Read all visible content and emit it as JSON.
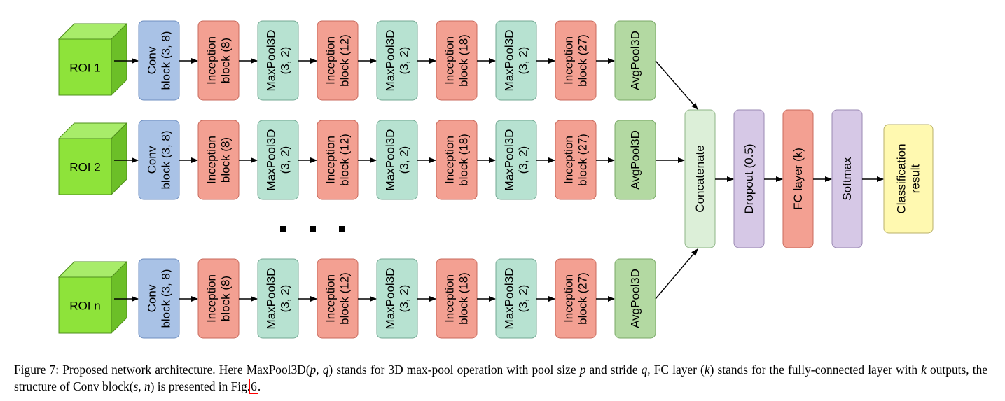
{
  "rows": [
    {
      "roi_label": "ROI 1"
    },
    {
      "roi_label": "ROI 2"
    },
    {
      "roi_label": "ROI n"
    }
  ],
  "pipeline": [
    {
      "line1": "Conv",
      "line2": "block (3, 8)",
      "kind": "conv"
    },
    {
      "line1": "Inception",
      "line2": "block (8)",
      "kind": "inception"
    },
    {
      "line1": "MaxPool3D",
      "line2": "(3, 2)",
      "kind": "maxpool"
    },
    {
      "line1": "Inception",
      "line2": "block (12)",
      "kind": "inception"
    },
    {
      "line1": "MaxPool3D",
      "line2": "(3, 2)",
      "kind": "maxpool"
    },
    {
      "line1": "Inception",
      "line2": "block (18)",
      "kind": "inception"
    },
    {
      "line1": "MaxPool3D",
      "line2": "(3, 2)",
      "kind": "maxpool"
    },
    {
      "line1": "Inception",
      "line2": "block (27)",
      "kind": "inception"
    },
    {
      "line1": "AvgPool3D",
      "line2": "",
      "kind": "avgpool"
    }
  ],
  "head": [
    {
      "line1": "Concatenate",
      "line2": "",
      "kind": "concat"
    },
    {
      "line1": "Dropout (0.5)",
      "line2": "",
      "kind": "dropout"
    },
    {
      "line1": "FC layer (k)",
      "line2": "",
      "kind": "fc"
    },
    {
      "line1": "Softmax",
      "line2": "",
      "kind": "softmax"
    },
    {
      "line1": "Classification",
      "line2": "result",
      "kind": "result"
    }
  ],
  "colors": {
    "conv": "#a9c2e6",
    "conv_stroke": "#6f8fc0",
    "inception": "#f3a092",
    "inception_stroke": "#c86a5c",
    "maxpool": "#b7e2d1",
    "maxpool_stroke": "#73a893",
    "avgpool": "#b3d9a2",
    "avgpool_stroke": "#78a866",
    "concat": "#dcefd8",
    "concat_stroke": "#8eb486",
    "dropout": "#d6c8e6",
    "dropout_stroke": "#9a88b3",
    "fc": "#f3a092",
    "fc_stroke": "#c86a5c",
    "softmax": "#d6c8e6",
    "softmax_stroke": "#9a88b3",
    "result": "#fff9b0",
    "result_stroke": "#b8b06a",
    "cube_front": "#8ee33a",
    "cube_top": "#a8ec6a",
    "cube_side": "#6cbf28",
    "cube_stroke": "#4f8f1d"
  },
  "caption": {
    "figure_label": "Figure 7:",
    "text_1": "Proposed network architecture. Here MaxPool3D(",
    "p": "p",
    "comma": ", ",
    "q": "q",
    "text_2": ") stands for 3D max-pool operation with pool size ",
    "text_3": " and stride ",
    "text_4": ", FC layer (",
    "k": "k",
    "text_5": ") stands for the fully-connected layer with ",
    "text_6": " outputs, the structure of Conv block(",
    "s": "s",
    "n": "n",
    "text_7": ") is presented in Fig.",
    "ref": "6",
    "text_8": "."
  }
}
